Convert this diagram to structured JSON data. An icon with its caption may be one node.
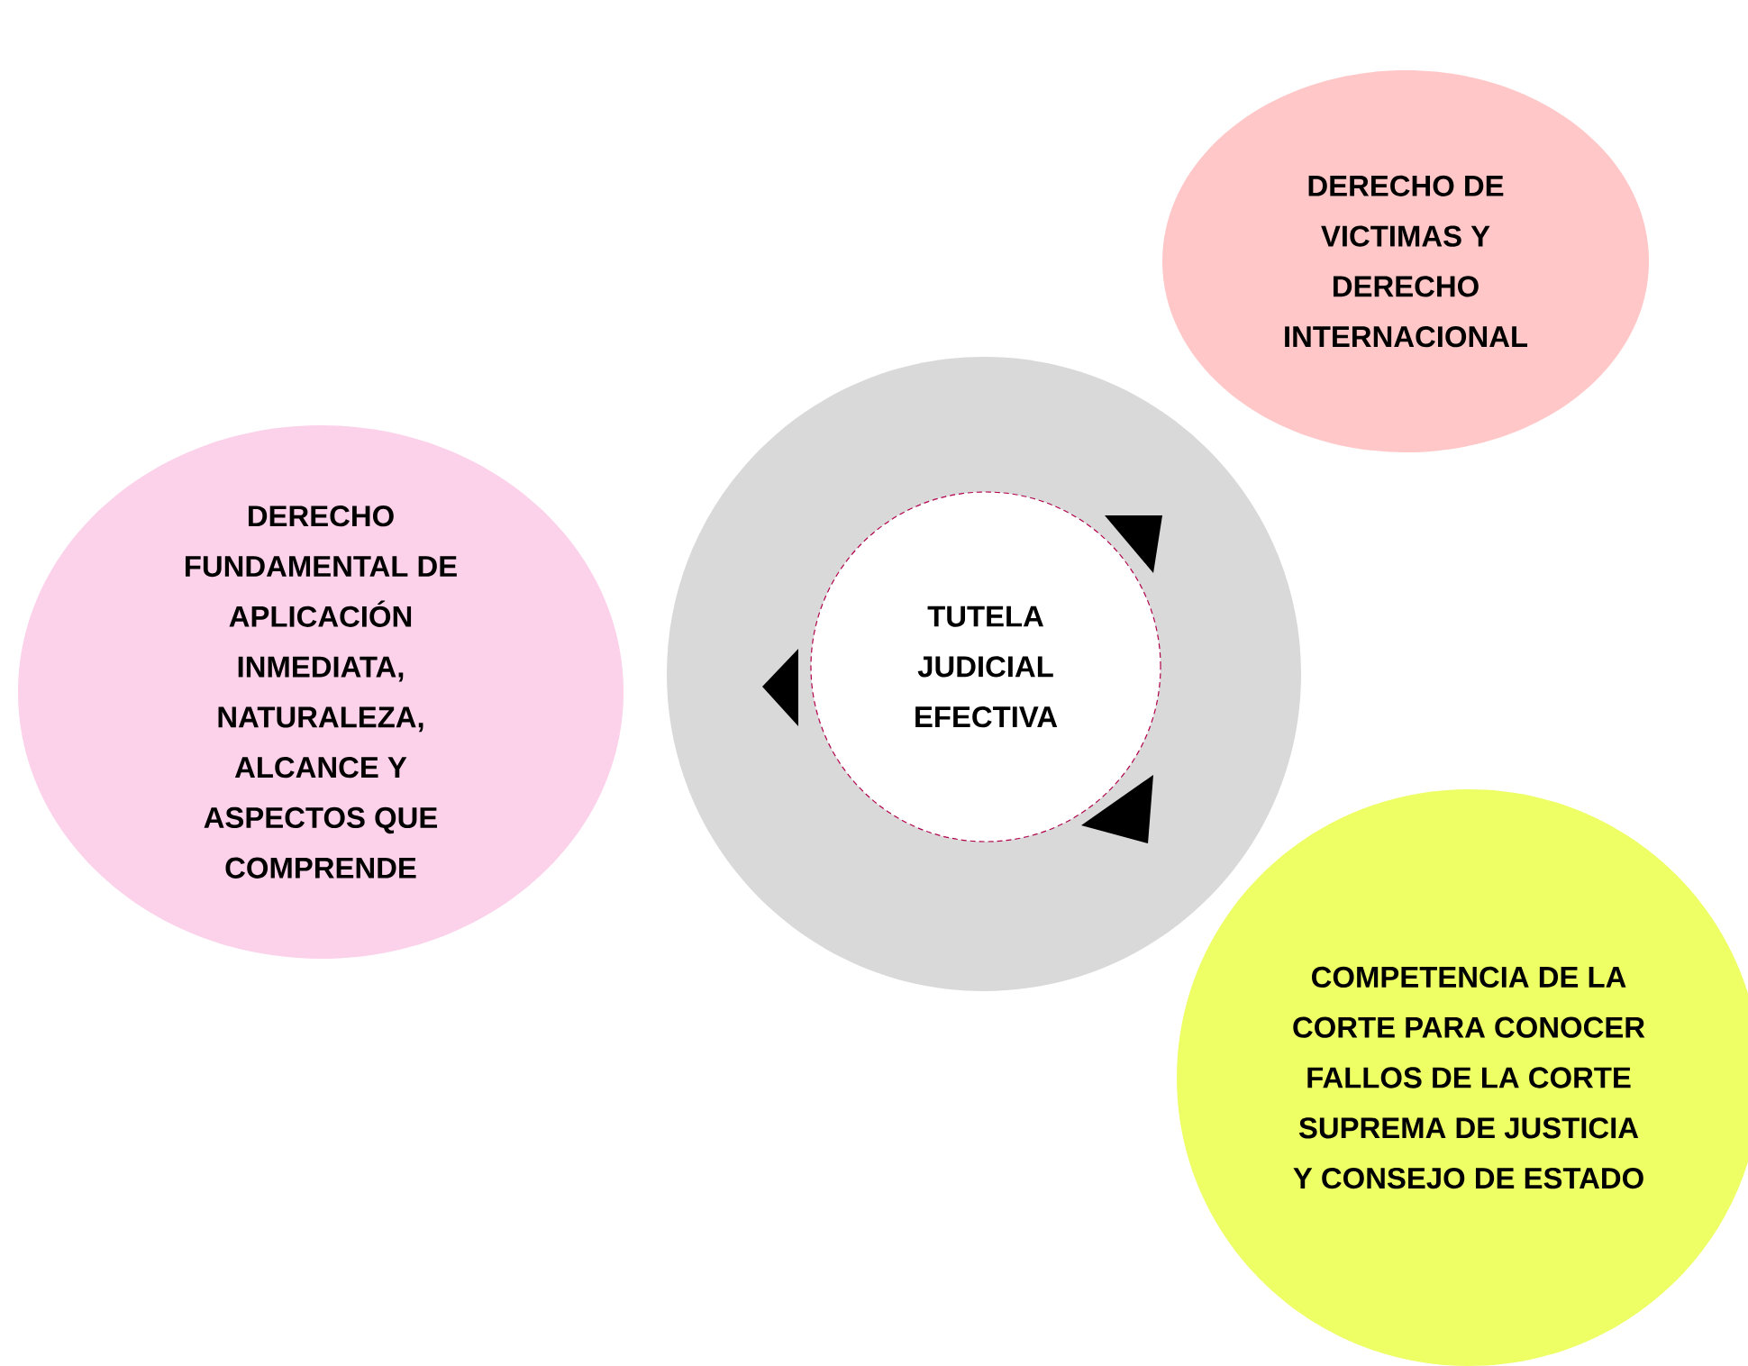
{
  "diagram": {
    "nodes": [
      {
        "text": [],
        "shape": "circle"
      },
      {
        "text": [
          "TUTELA JUDICIAL EFECTIVA"
        ],
        "in": 0
      },
      {
        "text": [
          "DERECHO FUNDAMENTAL DE APLICACIÓN INMEDIATA, NATURALEZA, ALCANCE Y ASPECTOS QUE COMPRENDE"
        ]
      },
      {
        "text": [
          "DERECHO DE VICTIMAS Y DERECHO INTERNACIONAL"
        ]
      },
      {
        "text": [
          "COMPETENCIA DE LA CORTE PARA CONOCER FALLOS DE LA CORTE SUPREMA DE JUSTICIA Y CONSEJO DE ESTADO"
        ]
      }
    ]
  }
}
